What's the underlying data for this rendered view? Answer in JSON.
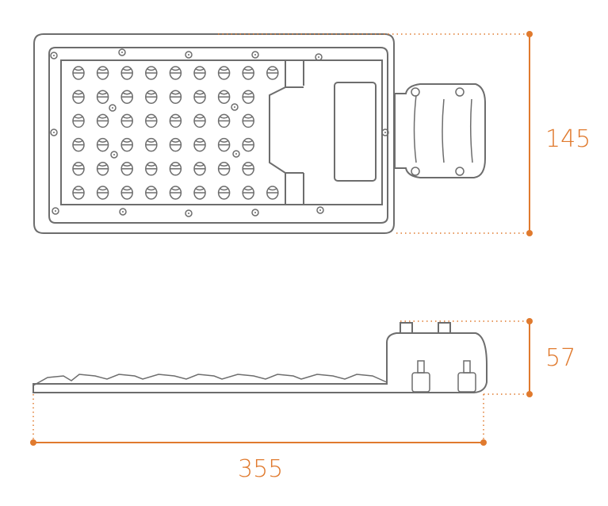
{
  "dimensions": {
    "height_top_view": "145",
    "height_side_view": "57",
    "length": "355"
  },
  "colors": {
    "dimension": "#e07a2e",
    "outline": "#6d6d6d"
  },
  "led_grid": {
    "rows": 6,
    "columns": 9
  }
}
